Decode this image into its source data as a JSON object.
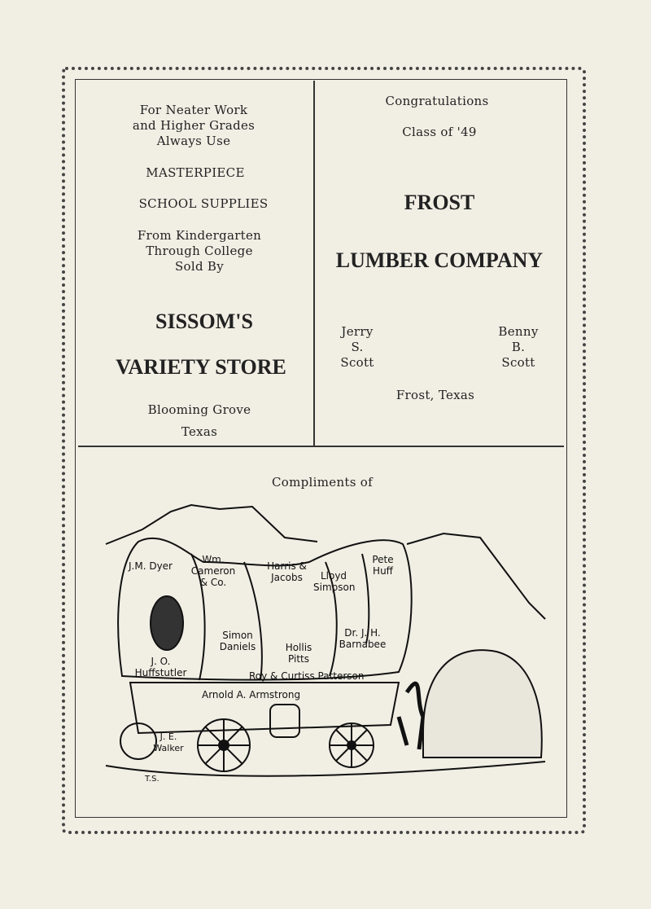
{
  "left_ad": {
    "intro": [
      "For Neater Work",
      "and Higher Grades",
      "Always Use"
    ],
    "brand": "MASTERPIECE",
    "product": "SCHOOL SUPPLIES",
    "range": [
      "From Kindergarten",
      "Through College",
      "Sold By"
    ],
    "store_line1": "SISSOM'S",
    "store_line2": "VARIETY STORE",
    "location": [
      "Blooming Grove",
      "Texas"
    ]
  },
  "right_ad": {
    "greeting": "Congratulations",
    "class": "Class of '49",
    "company_line1": "FROST",
    "company_line2": "LUMBER COMPANY",
    "owner1": [
      "Jerry",
      "S.",
      "Scott"
    ],
    "owner2": [
      "Benny",
      "B.",
      "Scott"
    ],
    "location": "Frost, Texas"
  },
  "bottom_ad": {
    "heading": "Compliments of",
    "names": [
      "J.M. Dyer",
      "Wm. Cameron & Co.",
      "Harris & Jacobs",
      "Lloyd Simpson",
      "Pete Huff",
      "Simon Daniels",
      "Hollis Pitts",
      "Dr. J. H. Barnabee",
      "J. O. Huffstutler",
      "Roy & Curtiss Patterson",
      "Arnold A. Armstrong",
      "J. E. Walker"
    ],
    "artist_initials": "T.S."
  }
}
